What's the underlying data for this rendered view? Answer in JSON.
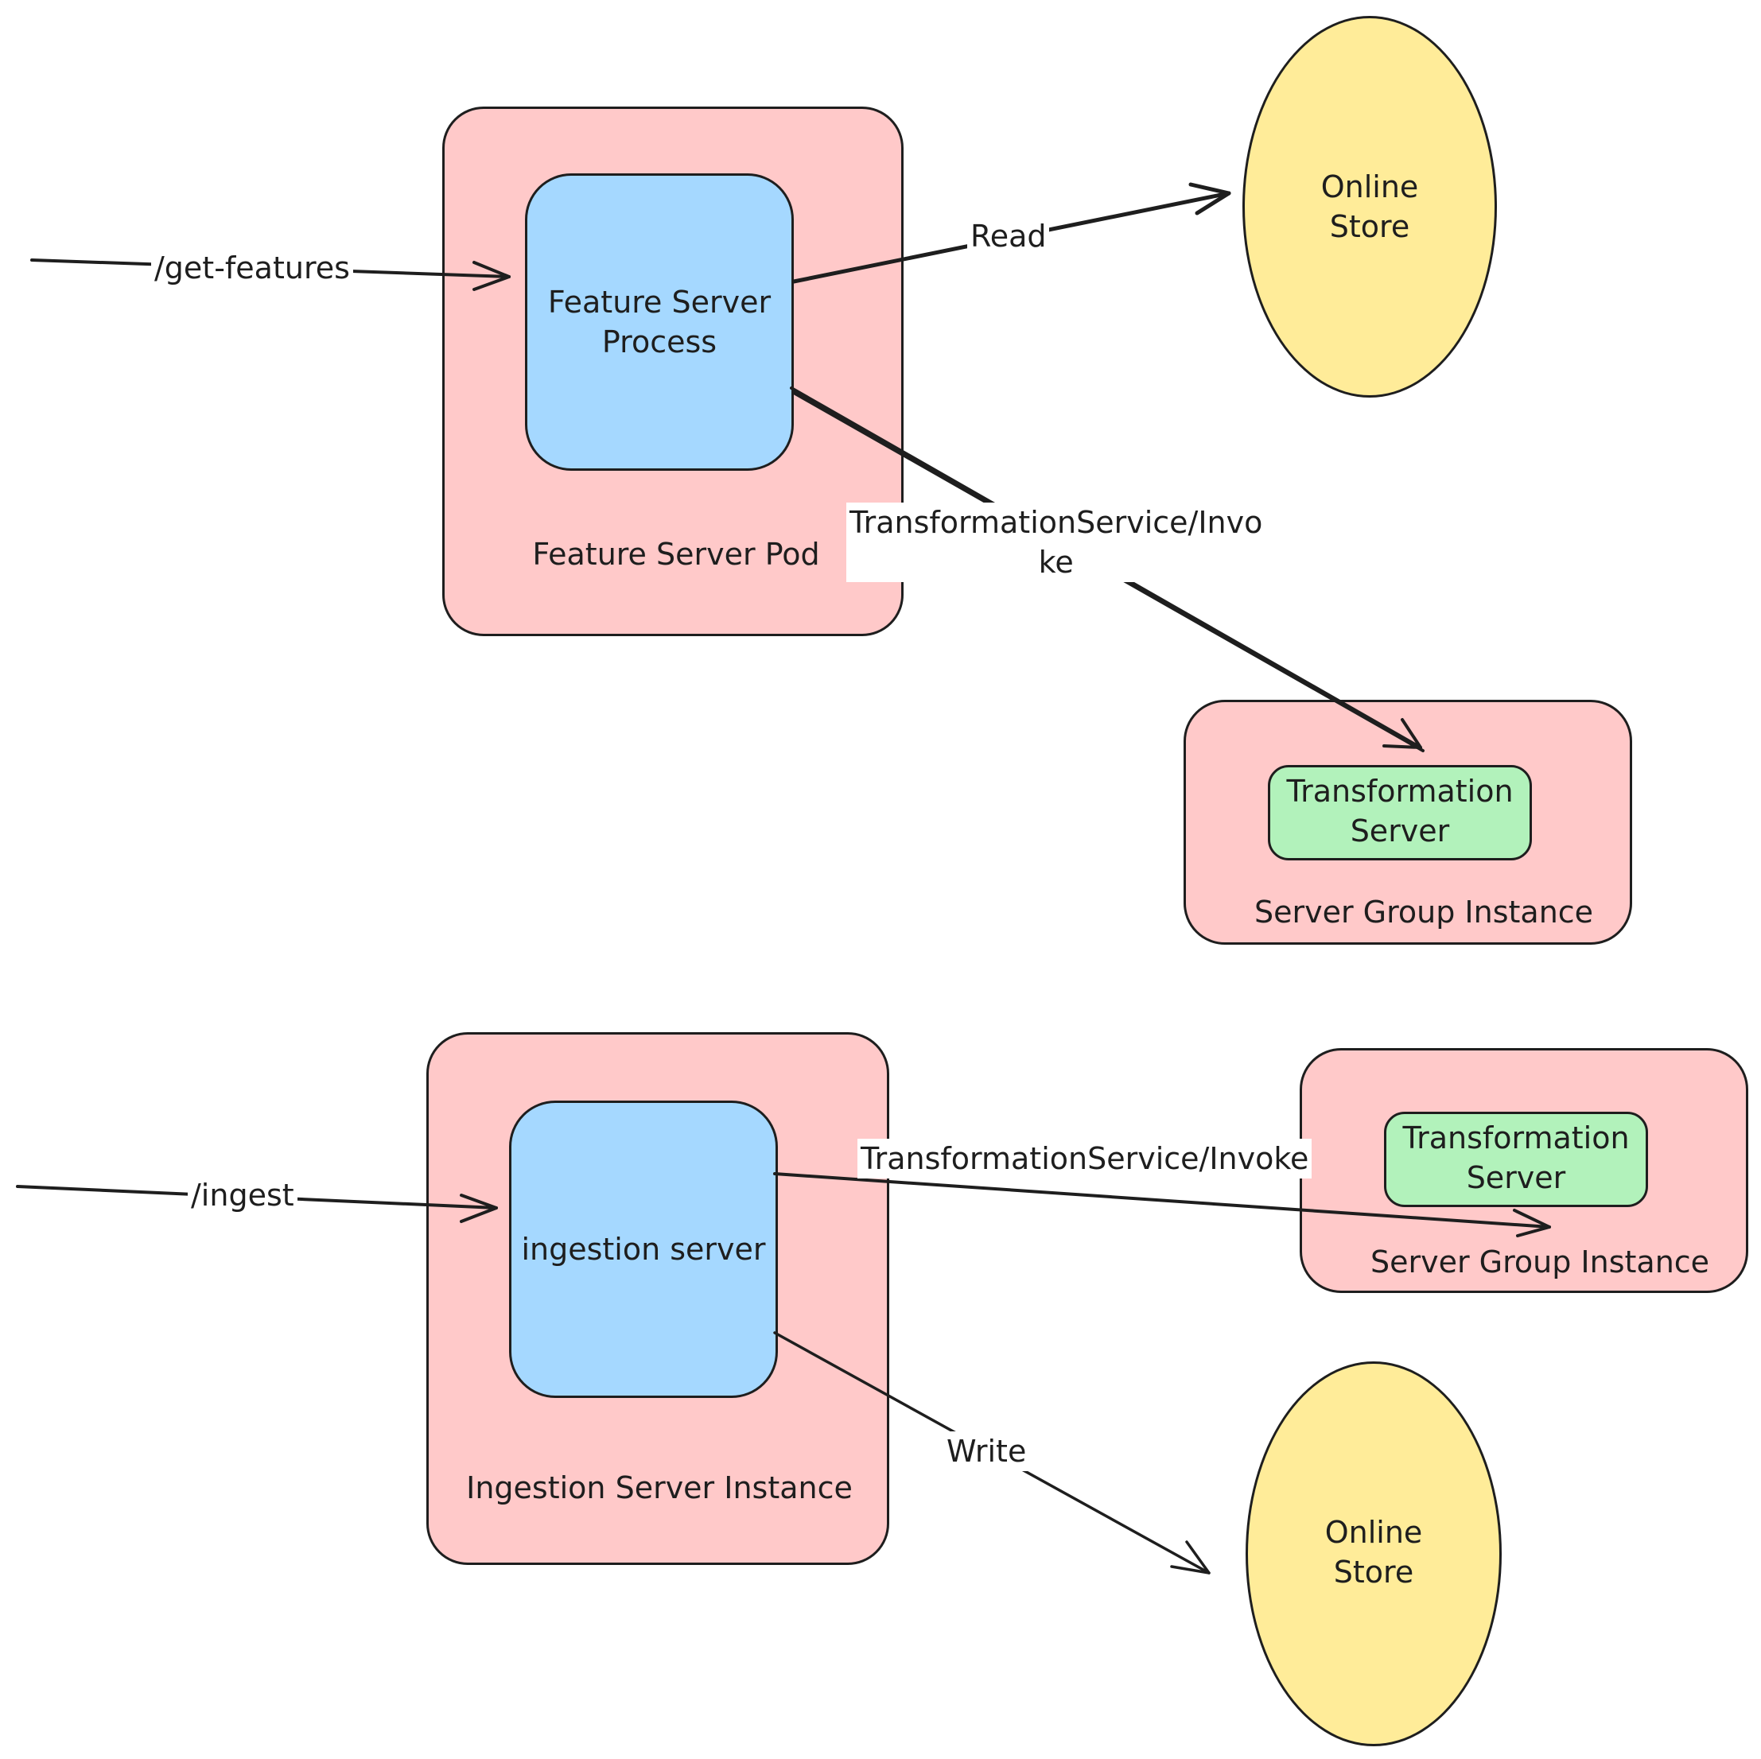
{
  "colors": {
    "pod": "#ffc9c9",
    "process": "#a5d8ff",
    "transformation_server": "#b2f2bb",
    "store": "#ffec99",
    "stroke": "#1e1e1e"
  },
  "top": {
    "pod_label": "Feature Server Pod",
    "process_label": "Feature Server\nProcess",
    "store_label": "Online\nStore",
    "group_label": "Server Group Instance",
    "tserver_label": "Transformation\nServer",
    "edge_request": "/get-features",
    "edge_read": "Read",
    "edge_invoke": "TransformationService/Invo\nke"
  },
  "bottom": {
    "pod_label": "Ingestion Server Instance",
    "process_label": "ingestion server",
    "store_label": "Online\nStore",
    "group_label": "Server Group Instance",
    "tserver_label": "Transformation\nServer",
    "edge_request": "/ingest",
    "edge_invoke": "TransformationService/Invoke",
    "edge_write": "Write"
  }
}
